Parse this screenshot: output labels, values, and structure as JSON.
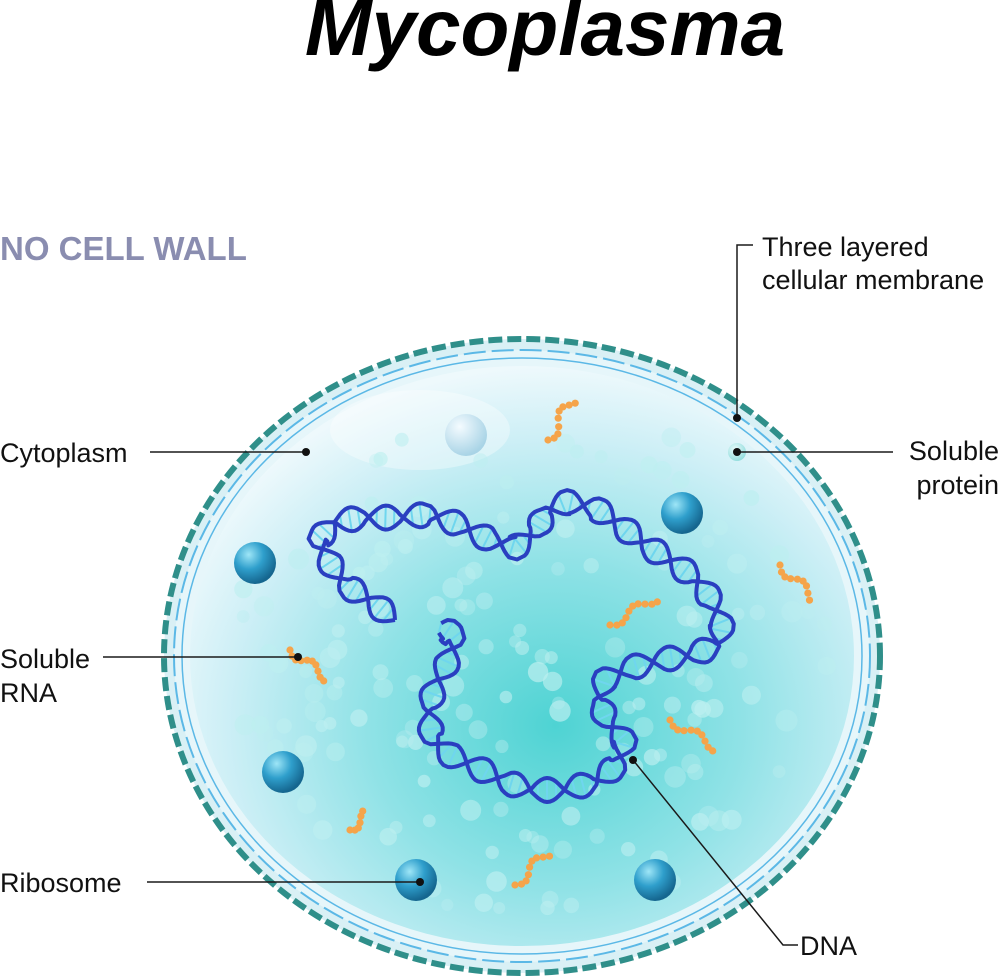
{
  "title": "Mycoplasma",
  "note": "NO CELL WALL",
  "labels": {
    "membrane": [
      "Three layered",
      "cellular membrane"
    ],
    "cytoplasm": "Cytoplasm",
    "soluble_protein": [
      "Soluble",
      "protein"
    ],
    "soluble_rna": [
      "Soluble",
      "RNA"
    ],
    "ribosome": "Ribosome",
    "dna": "DNA"
  },
  "colors": {
    "membrane_outer": "#2f8f8a",
    "membrane_inner": "#5bb8e6",
    "cytoplasm_center": "#52d6d6",
    "cytoplasm_edge": "#e8f7fb",
    "dna": "#2a3fc0",
    "dna_rungs": "#6fd6ee",
    "ribosome": "#2e9cc8",
    "rna": "#f5a44a"
  }
}
